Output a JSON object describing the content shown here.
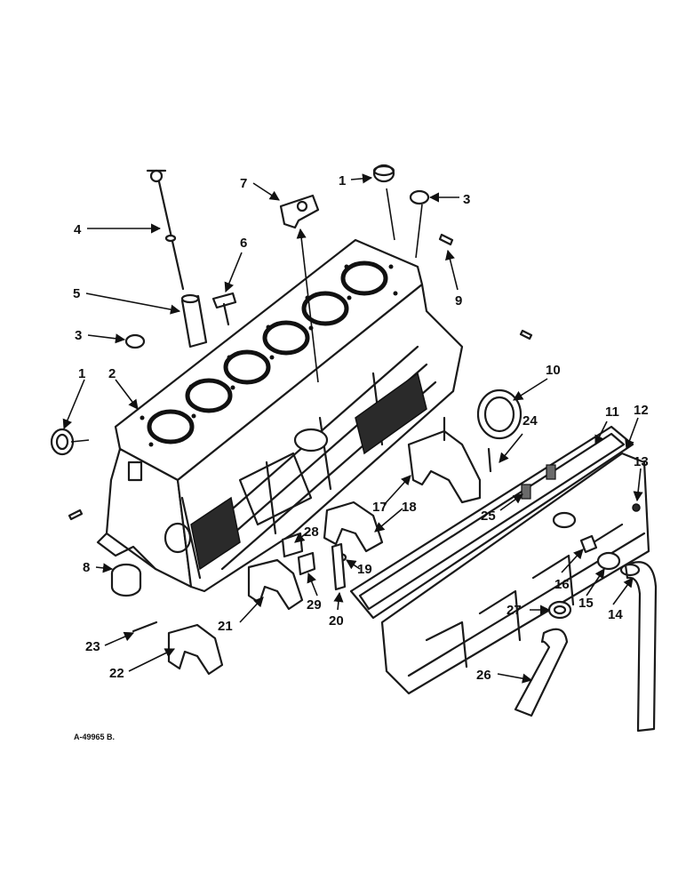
{
  "diagram": {
    "drawing_code": "A-49965 B.",
    "callouts": [
      "1",
      "1",
      "2",
      "3",
      "3",
      "4",
      "5",
      "6",
      "7",
      "8",
      "9",
      "10",
      "11",
      "12",
      "13",
      "14",
      "15",
      "16",
      "17",
      "18",
      "19",
      "20",
      "21",
      "22",
      "23",
      "24",
      "25",
      "26",
      "27",
      "28",
      "29"
    ]
  }
}
